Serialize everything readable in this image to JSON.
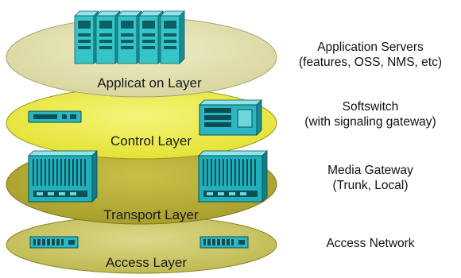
{
  "layers": [
    {
      "id": "application",
      "label": "Applicat on Layer"
    },
    {
      "id": "control",
      "label": "Control Layer"
    },
    {
      "id": "transport",
      "label": "Transport Layer"
    },
    {
      "id": "access",
      "label": "Access Layer"
    }
  ],
  "descriptions": {
    "application": {
      "line1": "Application Servers",
      "line2": "(features, OSS, NMS, etc)"
    },
    "control": {
      "line1": "Softswitch",
      "line2": "(with signaling gateway)"
    },
    "media": {
      "line1": "Media Gateway",
      "line2": "(Trunk, Local)"
    },
    "access": {
      "line1": "Access Network"
    }
  },
  "colors": {
    "background": "#ffffff",
    "application_layer": "#e6e3b2",
    "control_layer": "#eeee46",
    "transport_layer": "#bdb43a",
    "access_layer": "#cfcb6a",
    "server": "#35c4c8",
    "equipment": "#1fb0bc"
  },
  "icons": {
    "application_servers": "server-rack-icon",
    "softswitch": "softswitch-icon",
    "media_gateway": "media-gateway-icon",
    "access_device": "access-device-icon"
  }
}
